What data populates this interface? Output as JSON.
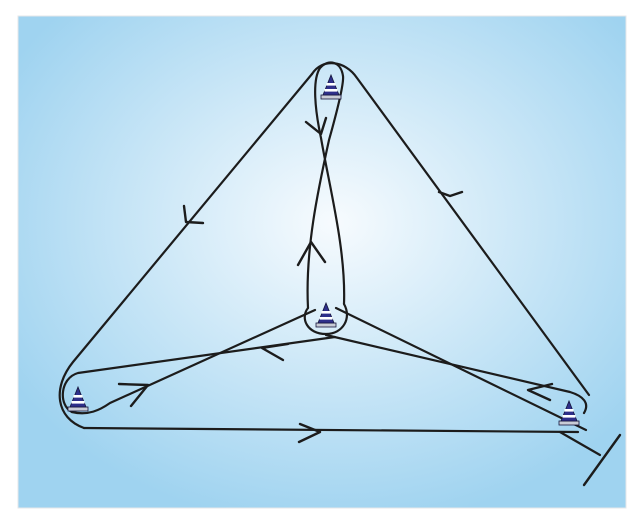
{
  "diagram": {
    "type": "cone-drill-course",
    "background": {
      "inner_color": "#f7fbfe",
      "outer_color": "#9fd3f0",
      "border_color": "#e4e7ea"
    },
    "path_color": "#1c1c1c",
    "cone": {
      "body_color": "#2e2f8a",
      "stripe_color": "#ffffff",
      "base_color": "#c9ccd6",
      "outline_color": "#15153c"
    },
    "cones": [
      {
        "id": "top",
        "name": "cone-top"
      },
      {
        "id": "center",
        "name": "cone-center"
      },
      {
        "id": "left",
        "name": "cone-left"
      },
      {
        "id": "right",
        "name": "cone-right"
      }
    ],
    "finish_marker": true
  }
}
